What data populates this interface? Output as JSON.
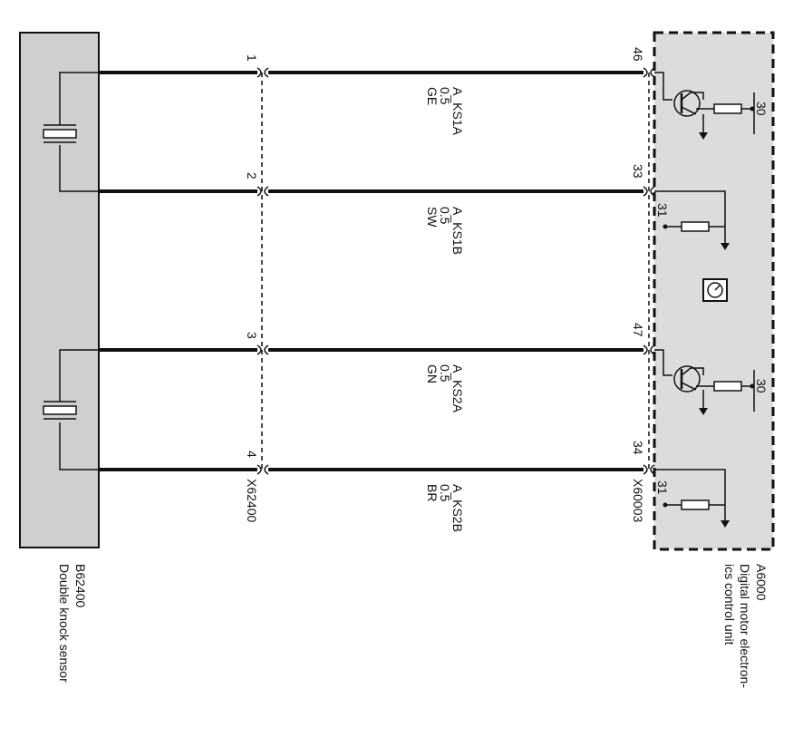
{
  "components": {
    "sensor": {
      "code": "B62400",
      "name": "Double knock sensor"
    },
    "control_unit": {
      "code": "A6000",
      "name_line1": "Digital motor electron-",
      "name_line2": "ics control unit"
    }
  },
  "connectors": {
    "left": "X62400",
    "right": "X60003"
  },
  "wires": [
    {
      "left_pin": "1",
      "right_pin": "46",
      "signal": "A_KS1A",
      "gauge": "0.5",
      "color": "GE"
    },
    {
      "left_pin": "2",
      "right_pin": "33",
      "signal": "A_KS1B",
      "gauge": "0.5",
      "color": "SW"
    },
    {
      "left_pin": "3",
      "right_pin": "47",
      "signal": "A_KS2A",
      "gauge": "0.5",
      "color": "GN"
    },
    {
      "left_pin": "4",
      "right_pin": "34",
      "signal": "A_KS2B",
      "gauge": "0.5",
      "color": "BR"
    }
  ],
  "terminals": {
    "t30": "30",
    "t31": "31"
  },
  "colors": {
    "sensor_fill": "#cfcfcf",
    "unit_fill": "#dcdcdc",
    "wire": "#111111"
  }
}
